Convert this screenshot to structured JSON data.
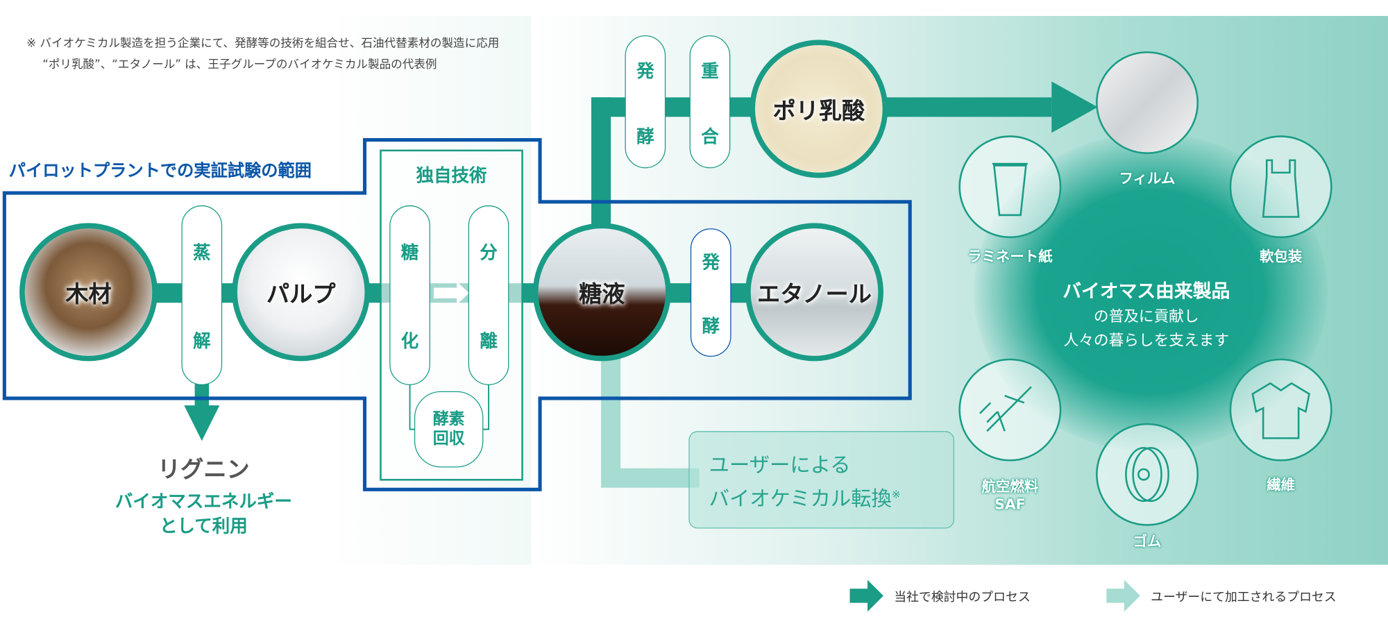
{
  "notes": [
    "※ バイオケミカル製造を担う企業にて、発酵等の技術を組合せ、石油代替素材の製造に応用",
    "“ポリ乳酸”、“エタノール” は、王子グループのバイオケミカル製品の代表例"
  ],
  "pilot_scope_title": "パイロットプラントでの実証試験の範囲",
  "proprietary_tech_title": "独自技術",
  "nodes": {
    "wood": "木材",
    "pulp": "パルプ",
    "sugar_liquid": "糖液",
    "ethanol": "エタノール",
    "polylactic_acid": "ポリ乳酸"
  },
  "steps": {
    "cooking": [
      "蒸",
      "解"
    ],
    "saccharification": [
      "糖",
      "化"
    ],
    "separation": [
      "分",
      "離"
    ],
    "enzyme_recovery": [
      "酵素",
      "回収"
    ],
    "fermentation_ethanol": [
      "発",
      "酵"
    ],
    "fermentation_pla": [
      "発",
      "酵"
    ],
    "polymerization": [
      "重",
      "合"
    ]
  },
  "lignin": {
    "title": "リグニン",
    "line1": "バイオマスエネルギー",
    "line2": "として利用"
  },
  "user_conversion": {
    "line1": "ユーザーによる",
    "line2": "バイオケミカル転換",
    "mark": "※"
  },
  "products": {
    "film": "フィルム",
    "laminate_paper": "ラミネート紙",
    "flexible_packaging": "軟包装",
    "aviation_fuel": "航空燃料",
    "aviation_fuel_sub": "SAF",
    "fiber": "繊維",
    "rubber": "ゴム"
  },
  "center_message": {
    "line1": "バイオマス由来製品",
    "line2": "の普及に貢献し",
    "line3": "人々の暮らしを支えます"
  },
  "legend": {
    "company_process": "当社で検討中のプロセス",
    "user_process": "ユーザーにて加工されるプロセス"
  },
  "colors": {
    "teal": "#1a9c86",
    "light_teal": "#a6dcd2",
    "blue": "#0b56a8"
  }
}
